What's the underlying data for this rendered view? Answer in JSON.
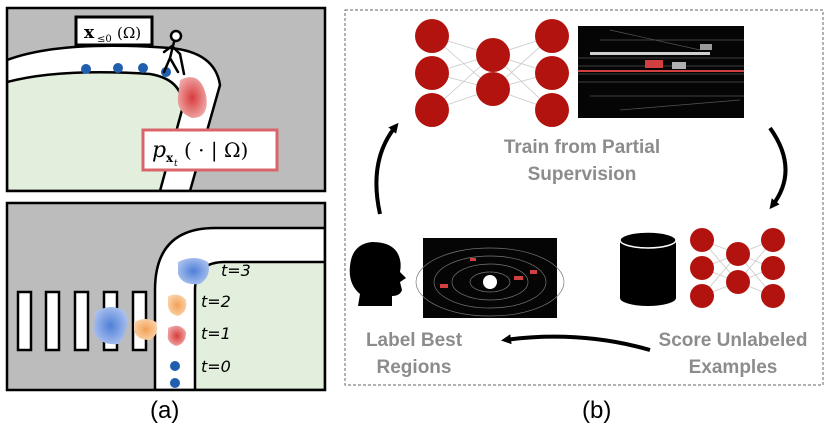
{
  "panel_a": {
    "top": {
      "history_label": "x≤0 (Ω)",
      "history_label_main": "x",
      "history_label_sub": "≤0",
      "history_label_rest": "(Ω)",
      "prediction_label_main": "p",
      "prediction_label_sub": "x",
      "prediction_label_subsub": "t",
      "prediction_label_rest": "( · | Ω)"
    },
    "bottom": {
      "time_labels": [
        "t=3",
        "t=2",
        "t=1",
        "t=0"
      ]
    },
    "caption": "(a)"
  },
  "panel_b": {
    "steps": {
      "train_line1": "Train from Partial",
      "train_line2": "Supervision",
      "score_line1": "Score Unlabeled",
      "score_line2": "Examples",
      "label_line1": "Label Best",
      "label_line2": "Regions"
    },
    "caption": "(b)"
  },
  "colors": {
    "road_gray": "#bcbcbc",
    "grass_green": "#e3efdd",
    "dot_blue": "#1f5fad",
    "pred_red": "#e07070",
    "neuron_red": "#b3130e",
    "label_gray": "#8c8c8c",
    "box_red": "#d9656a"
  }
}
